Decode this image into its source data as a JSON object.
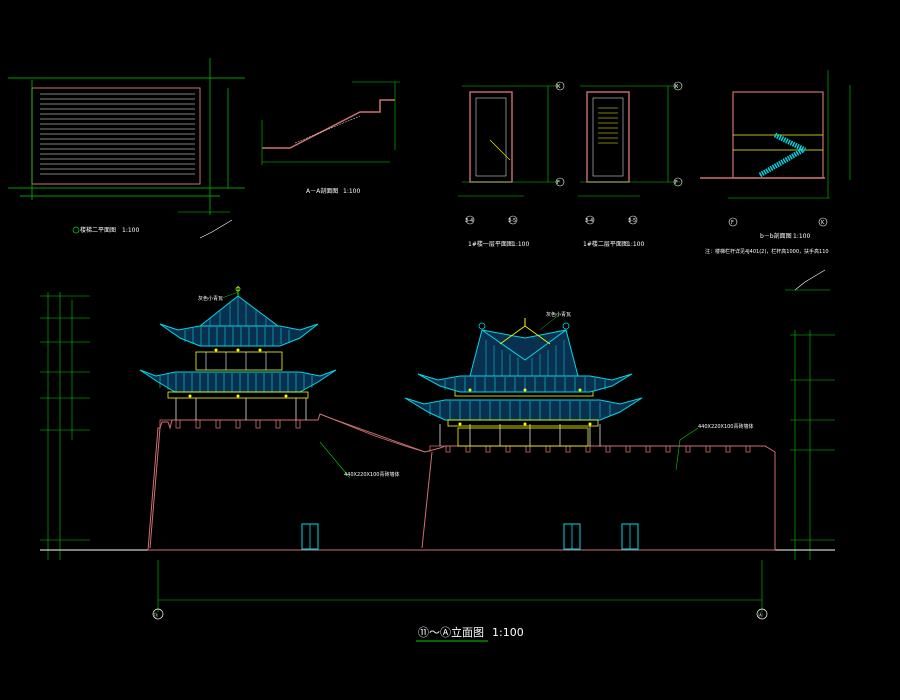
{
  "colors": {
    "background": "#000000",
    "wall": "#d07070",
    "grid": "#00d000",
    "text": "#ffffff",
    "roof": "#00d8e8",
    "roof_edge": "#20a8ff",
    "accent": "#ffff00",
    "axis": "#20ff20"
  },
  "plan_stair_top": {
    "title": "楼梯二平面图",
    "scale": "1:100"
  },
  "section_a": {
    "title": "A－A剖面图",
    "scale": "1:100"
  },
  "stair_plan_1": {
    "title": "1#楼一层平面图",
    "scale": "1:100",
    "axis_top": "K",
    "axis_bottom": "F",
    "axis_left": "3-4",
    "axis_right": "3-5"
  },
  "stair_plan_2": {
    "title": "1#楼二层平面图",
    "scale": "1:100",
    "axis_top": "K",
    "axis_bottom": "F",
    "axis_left": "3-4",
    "axis_right": "3-5"
  },
  "section_b": {
    "title": "b－b剖面图",
    "scale": "1:100",
    "axis_left": "F",
    "axis_right": "K"
  },
  "note": "注：楼梯栏杆详见4J401(2)，栏杆高1000，扶手高110",
  "elevation": {
    "title": "⑪～Ⓐ立面图",
    "scale": "1:100",
    "axis_left": "⑪",
    "axis_right": "Ⓐ",
    "callout_left": "440X220X100青砖墙体",
    "callout_right": "440X220X100青砖墙体",
    "callout_roof_left": "灰色小青瓦",
    "callout_roof_right": "灰色小青瓦"
  }
}
